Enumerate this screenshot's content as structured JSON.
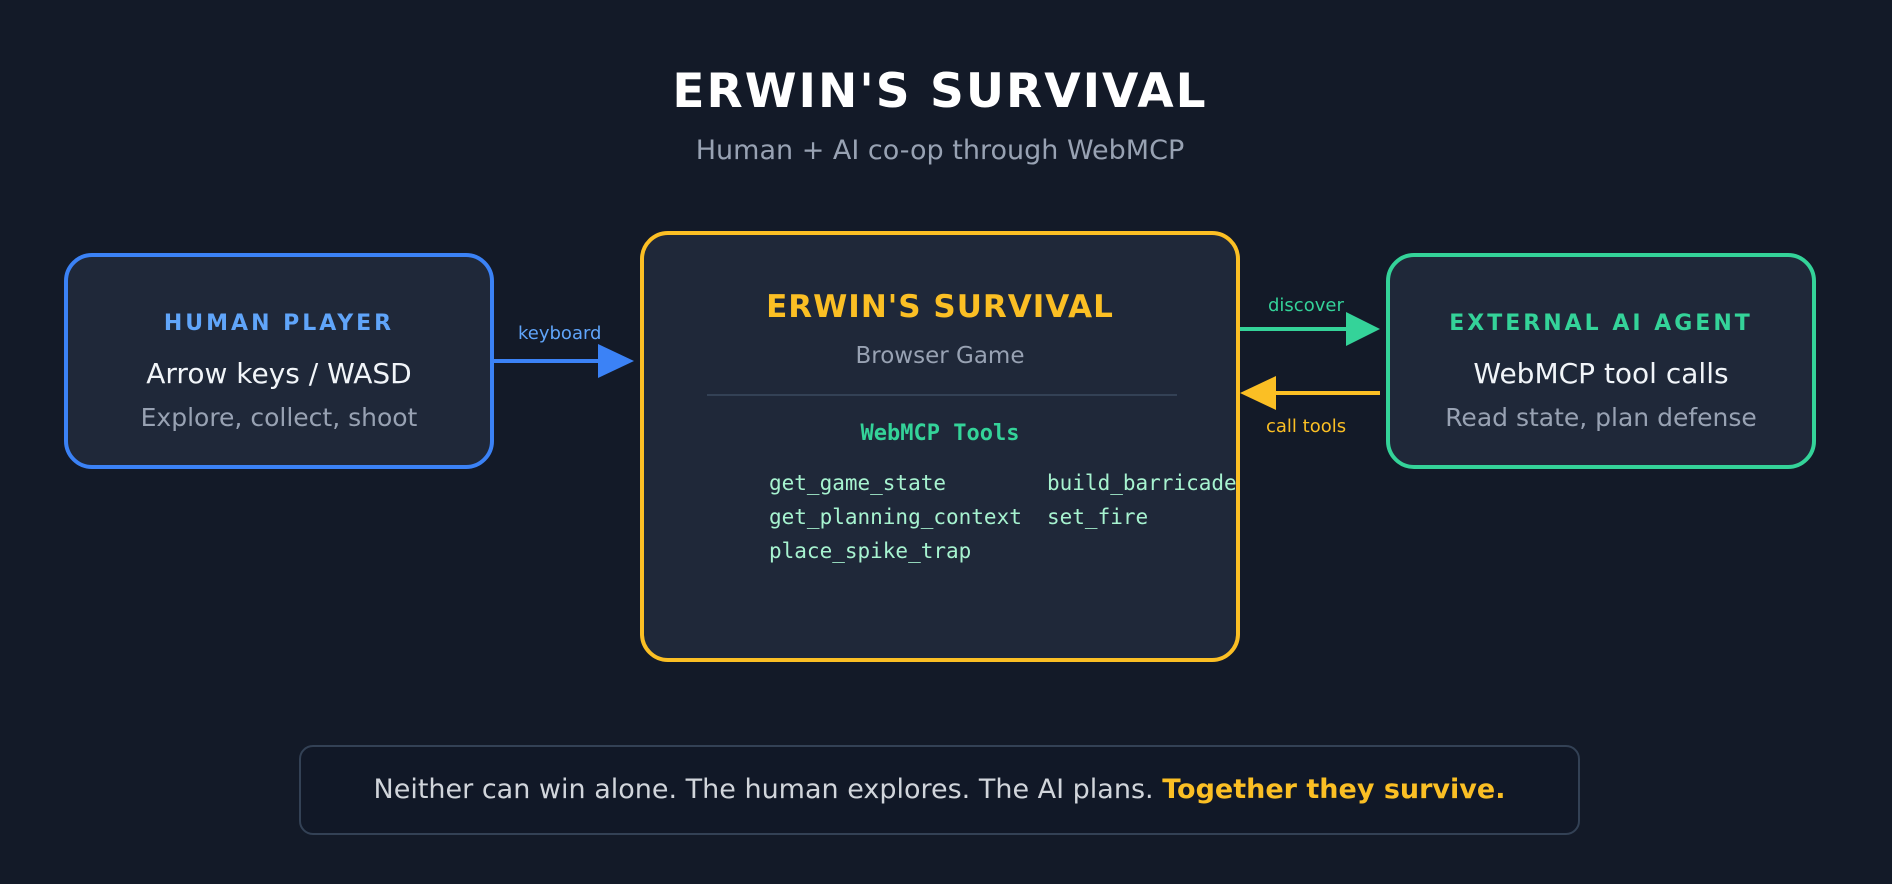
{
  "header": {
    "title": "ERWIN'S SURVIVAL",
    "subtitle": "Human + AI co-op through WebMCP"
  },
  "human": {
    "label": "HUMAN PLAYER",
    "main": "Arrow keys / WASD",
    "sub": "Explore, collect, shoot",
    "color": "#3b82f6"
  },
  "game": {
    "title": "ERWIN'S SURVIVAL",
    "subtitle": "Browser Game",
    "tools_heading": "WebMCP Tools",
    "tools": [
      "get_game_state",
      "build_barricade",
      "get_planning_context",
      "set_fire",
      "place_spike_trap"
    ],
    "color": "#fbbf24"
  },
  "ai": {
    "label": "EXTERNAL AI AGENT",
    "main": "WebMCP tool calls",
    "sub": "Read state, plan defense",
    "color": "#34d399"
  },
  "arrows": {
    "keyboard": "keyboard",
    "discover": "discover",
    "call_tools": "call tools"
  },
  "footer": {
    "text": "Neither can win alone. The human explores. The AI plans.",
    "emphasis": "Together they survive."
  }
}
